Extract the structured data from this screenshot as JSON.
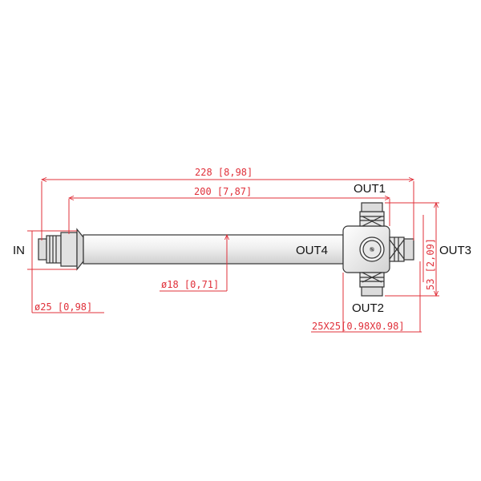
{
  "colors": {
    "dimension": "#e0303a",
    "outline": "#333333",
    "body_fill": "#ececec",
    "label": "#111111"
  },
  "ports": {
    "in": "IN",
    "out1": "OUT1",
    "out2": "OUT2",
    "out3": "OUT3",
    "out4": "OUT4"
  },
  "dimensions": {
    "overall_length": "228 [8,98]",
    "tube_length": "200 [7,87]",
    "tube_diameter": "ø18 [0,71]",
    "flange_diameter": "ø25 [0,98]",
    "head_height": "53 [2,09]",
    "head_size": "25X25[0.98X0.98]"
  }
}
